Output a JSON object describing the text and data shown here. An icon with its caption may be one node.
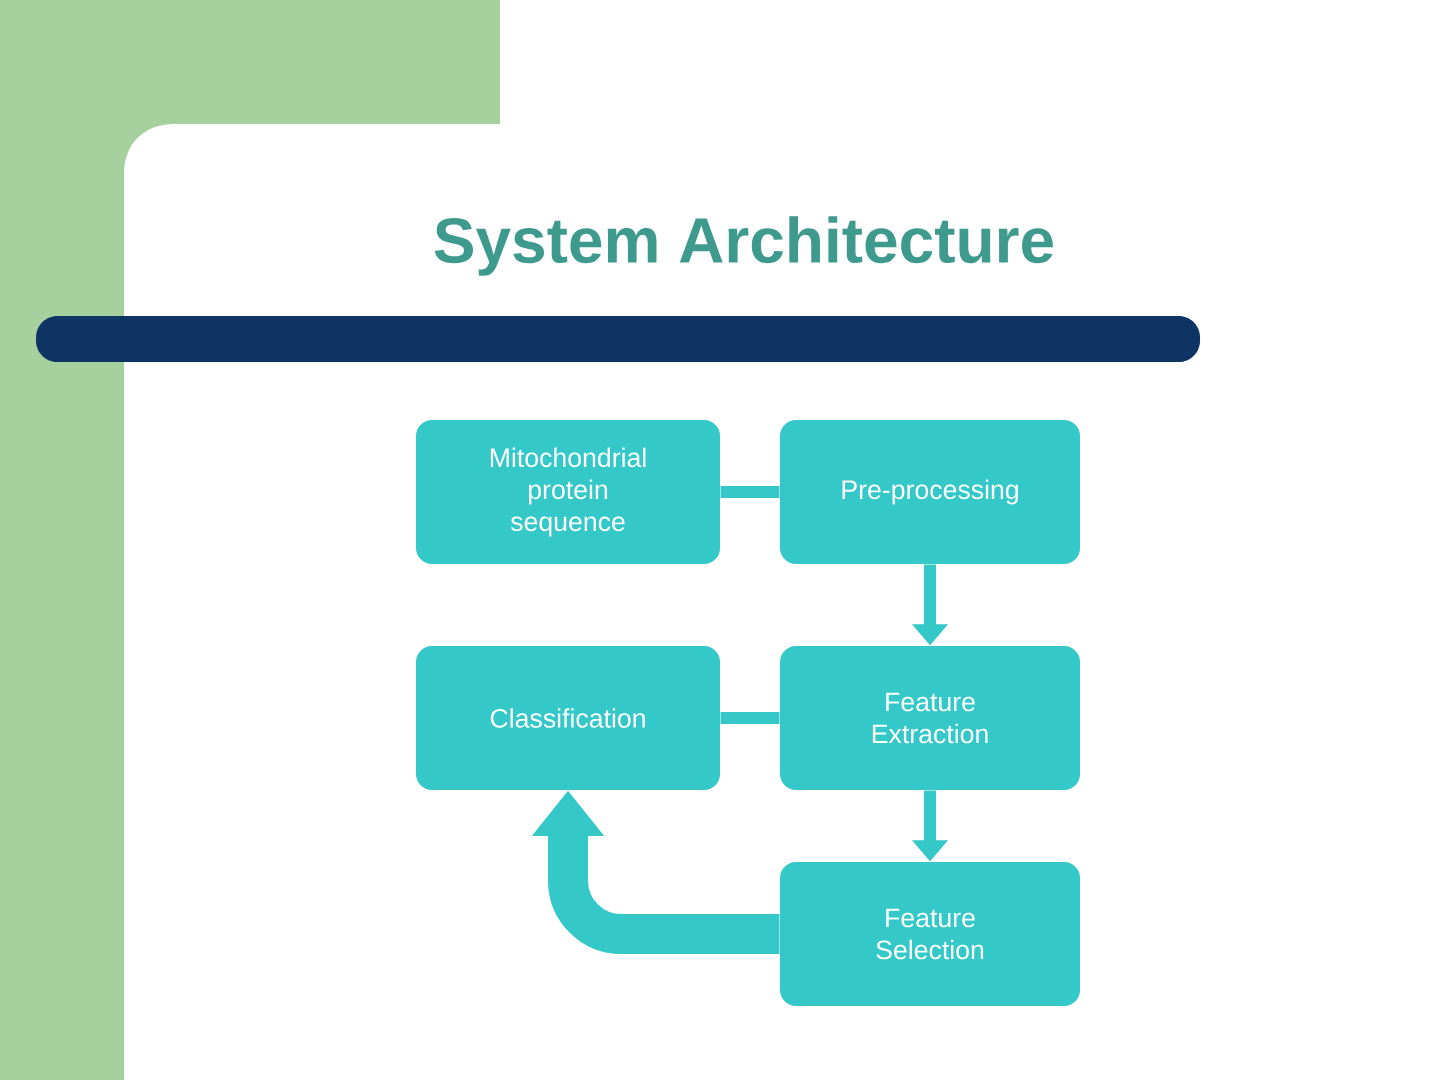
{
  "diagram": {
    "title": "System Architecture",
    "nodes": [
      {
        "text": [
          "Mitochondrial protein sequence"
        ]
      },
      {
        "text": [
          "Pre-processing"
        ]
      },
      {
        "text": [
          "Classification"
        ]
      },
      {
        "text": [
          "Feature Extraction"
        ]
      },
      {
        "text": [
          "Feature Selection"
        ]
      }
    ],
    "edges": [
      {
        "from": 0,
        "to": 1,
        "arrow": "none"
      },
      {
        "from": 1,
        "to": 3,
        "arrow": "to"
      },
      {
        "from": 3,
        "to": 2,
        "arrow": "none"
      },
      {
        "from": 3,
        "to": 4,
        "arrow": "to"
      },
      {
        "from": 4,
        "to": 2,
        "arrow": "to",
        "style": "thick"
      }
    ]
  }
}
